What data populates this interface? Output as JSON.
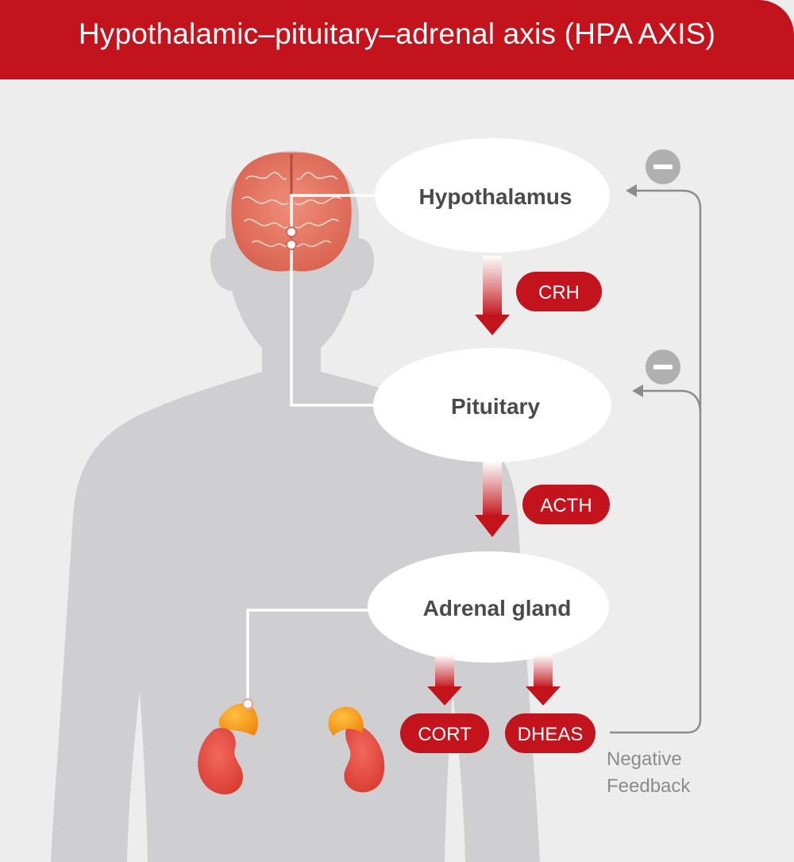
{
  "title": "Hypothalamic–pituitary–adrenal axis (HPA AXIS)",
  "nodes": {
    "hypothalamus": "Hypothalamus",
    "pituitary": "Pituitary",
    "adrenal": "Adrenal gland"
  },
  "hormones": {
    "crh": "CRH",
    "acth": "ACTH",
    "cort": "CORT",
    "dheas": "DHEAS"
  },
  "feedback": {
    "line1": "Negative",
    "line2": "Feedback",
    "symbol": "−"
  },
  "colors": {
    "brand_red": "#c3141d",
    "background": "#ededed",
    "silhouette": "#cfcfd1",
    "node_fill": "#ffffff",
    "feedback_gray": "#8c8c8c",
    "gland_orange": "#f7a21b",
    "kidney_red": "#e9473f",
    "brain_pink": "#e87d6a"
  }
}
